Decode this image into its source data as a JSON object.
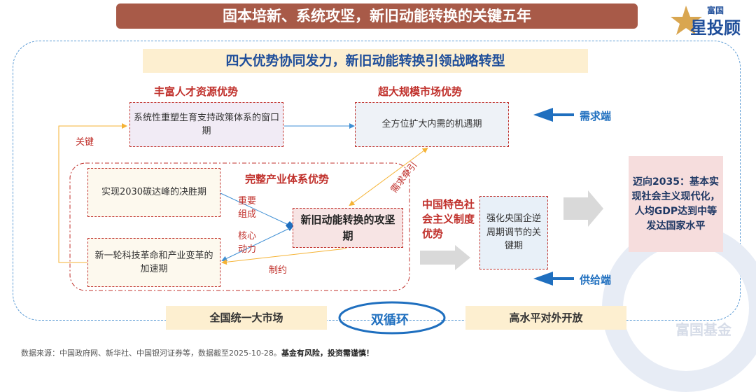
{
  "title": "固本培新、系统攻坚，新旧动能转换的关键五年",
  "logo": {
    "top": "富国",
    "main": "星投顾"
  },
  "subtitle": "四大优势协同发力，新旧动能转换引领战略转型",
  "advantages": {
    "talent": "丰富人才资源优势",
    "market": "超大规模市场优势",
    "industry": "完整产业体系优势",
    "system": "中国特色社会主义制度优势"
  },
  "boxes": {
    "fertility": "系统性重塑生育支持政策体系的窗口期",
    "demand": "全方位扩大内需的机遇期",
    "carbon": "实现2030碳达峰的决胜期",
    "tech": "新一轮科技革命和产业变革的加速期",
    "core": "新旧动能转换的攻坚期",
    "cycle": "强化央国企逆周期调节的关键期",
    "goal": "迈向2035：基本实现社会主义现代化，人均GDP达到中等发达国家水平"
  },
  "labels": {
    "key": "关键",
    "important": "重要组成",
    "driver": "核心动力",
    "constraint": "制约",
    "rotated": "需求牵引",
    "demand_side": "需求端",
    "supply_side": "供给端"
  },
  "bottom": {
    "left": "全国统一大市场",
    "center": "双循环",
    "right": "高水平对外开放"
  },
  "watermark": "富国基金",
  "footer": {
    "source": "数据来源：中国政府网、新华社、中国银河证券等，数据截至2025-10-28。",
    "risk": "基金有风险，投资需谨慎！"
  }
}
